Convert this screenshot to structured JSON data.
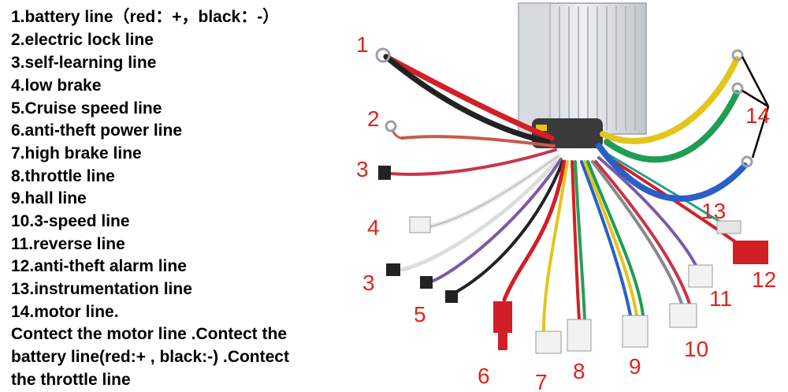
{
  "legend": {
    "lines": [
      "1.battery line（red：+，black：-）",
      "2.electric lock line",
      "3.self-learning line",
      "4.low brake",
      "5.Cruise speed line",
      "6.anti-theft power line",
      "7.high brake line",
      "8.throttle line",
      "9.hall line",
      "10.3-speed line",
      "11.reverse line",
      "12.anti-theft alarm line",
      "13.instrumentation line",
      "14.motor line.",
      "Contect the motor line .Contect the",
      "battery line(red:+ , black:-) .Contect",
      "the throttle line"
    ]
  },
  "callouts": {
    "c1": "1",
    "c2": "2",
    "c3a": "3",
    "c3b": "3",
    "c4": "4",
    "c5": "5",
    "c6": "6",
    "c7": "7",
    "c8": "8",
    "c9": "9",
    "c10": "10",
    "c11": "11",
    "c12": "12",
    "c13": "13",
    "c14": "14"
  },
  "colors": {
    "callout_red": "#e2231a",
    "controller_body": "#d9dde0",
    "wire_red": "#d21f26",
    "wire_black": "#222222",
    "wire_yellow": "#e3c51c",
    "wire_green": "#1f9d55",
    "wire_blue": "#2a5fc8",
    "wire_white": "#e6e6e6"
  }
}
